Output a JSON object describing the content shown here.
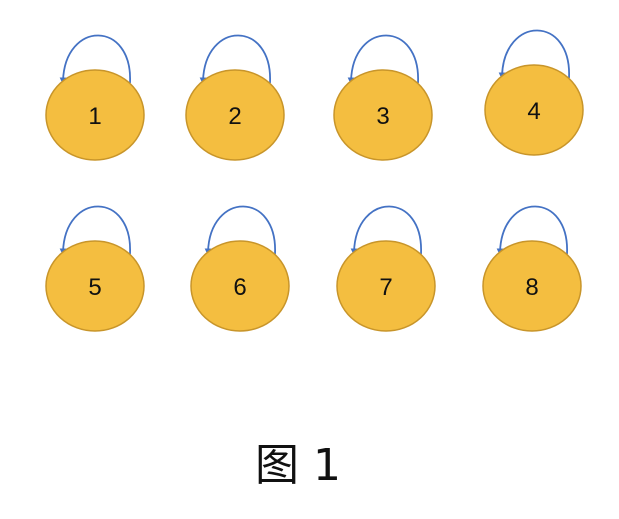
{
  "diagram": {
    "node_fill": "#F4BE40",
    "node_stroke": "#C8952A",
    "loop_color": "#4472C4",
    "nodes": [
      {
        "id": "1",
        "label": "1"
      },
      {
        "id": "2",
        "label": "2"
      },
      {
        "id": "3",
        "label": "3"
      },
      {
        "id": "4",
        "label": "4"
      },
      {
        "id": "5",
        "label": "5"
      },
      {
        "id": "6",
        "label": "6"
      },
      {
        "id": "7",
        "label": "7"
      },
      {
        "id": "8",
        "label": "8"
      }
    ],
    "edges": [
      {
        "from": "1",
        "to": "1",
        "type": "self-loop"
      },
      {
        "from": "2",
        "to": "2",
        "type": "self-loop"
      },
      {
        "from": "3",
        "to": "3",
        "type": "self-loop"
      },
      {
        "from": "4",
        "to": "4",
        "type": "self-loop"
      },
      {
        "from": "5",
        "to": "5",
        "type": "self-loop"
      },
      {
        "from": "6",
        "to": "6",
        "type": "self-loop"
      },
      {
        "from": "7",
        "to": "7",
        "type": "self-loop"
      },
      {
        "from": "8",
        "to": "8",
        "type": "self-loop"
      }
    ]
  },
  "caption": "图 1"
}
